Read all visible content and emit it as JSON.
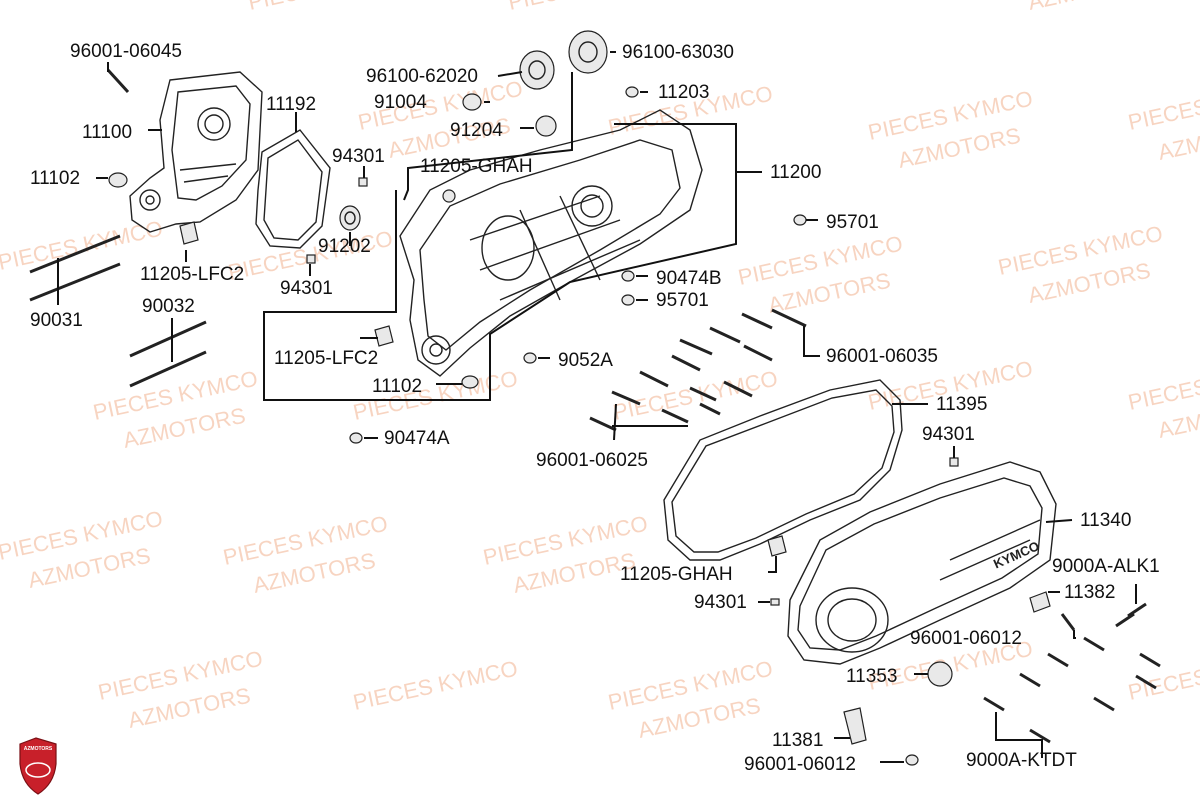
{
  "watermark": {
    "line1": "PIECES KYMCO",
    "line2": "AZMOTORS"
  },
  "logo": {
    "text": "AZMOTORS",
    "color": "#c8202a"
  },
  "cover_brand": "KYMCO",
  "colors": {
    "watermark": "#f2b28f",
    "ink": "#111111"
  },
  "labels": {
    "p96001_06045": "96001-06045",
    "p11100": "11100",
    "p11102a": "11102",
    "p11205_lfc2a": "11205-LFC2",
    "p90031": "90031",
    "p90032": "90032",
    "p11192": "11192",
    "p94301a": "94301",
    "p94301b": "94301",
    "p91202": "91202",
    "p11205_ghah_a": "11205-GHAH",
    "p96100_62020": "96100-62020",
    "p91004": "91004",
    "p91204": "91204",
    "p96100_63030": "96100-63030",
    "p11203": "11203",
    "p11200": "11200",
    "p95701a": "95701",
    "p90474b": "90474B",
    "p95701b": "95701",
    "p11205_lfc2b": "11205-LFC2",
    "p11102b": "11102",
    "p9052a": "9052A",
    "p90474a": "90474A",
    "p96001_06035": "96001-06035",
    "p96001_06025": "96001-06025",
    "p11395": "11395",
    "p94301c": "94301",
    "p11340": "11340",
    "p11205_ghah_b": "11205-GHAH",
    "p94301d": "94301",
    "p9000a_alk1": "9000A-ALK1",
    "p11382": "11382",
    "p96001_06012a": "96001-06012",
    "p11353": "11353",
    "p11381": "11381",
    "p96001_06012b": "96001-06012",
    "p9000a_ktdt": "9000A-KTDT"
  }
}
